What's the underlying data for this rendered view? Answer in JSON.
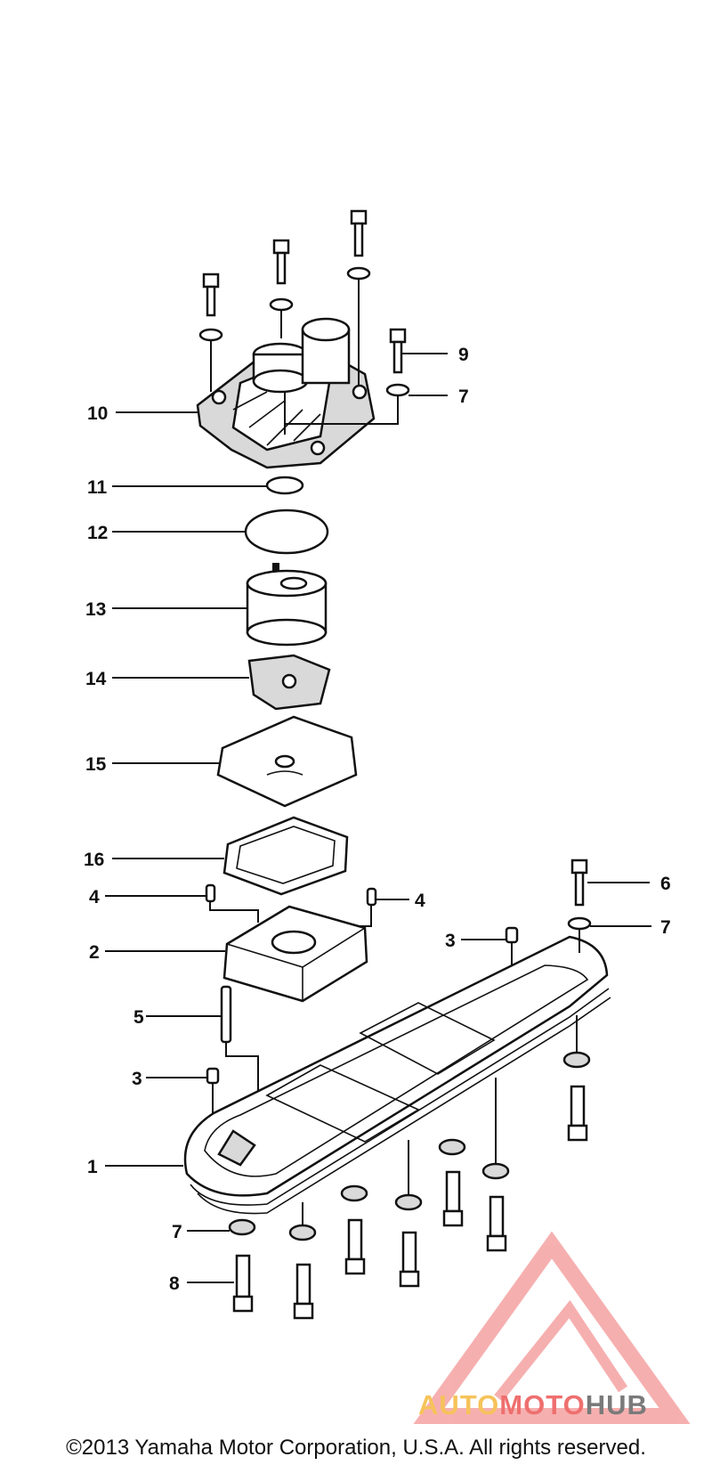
{
  "diagram": {
    "callouts": [
      "1",
      "2",
      "3",
      "3",
      "4",
      "4",
      "5",
      "6",
      "7",
      "7",
      "7",
      "8",
      "9",
      "10",
      "11",
      "12",
      "13",
      "14",
      "15",
      "16"
    ]
  },
  "watermark": {
    "parts": [
      "AUTO",
      "MOTO",
      "HUB"
    ],
    "colors": {
      "auto": "#f6c35a",
      "moto": "#ef6f6f",
      "hub": "#7a7a7a",
      "logo": "#ef6f6f"
    }
  },
  "footer": {
    "copyright": "©2013 Yamaha Motor Corporation, U.S.A. All rights reserved."
  }
}
